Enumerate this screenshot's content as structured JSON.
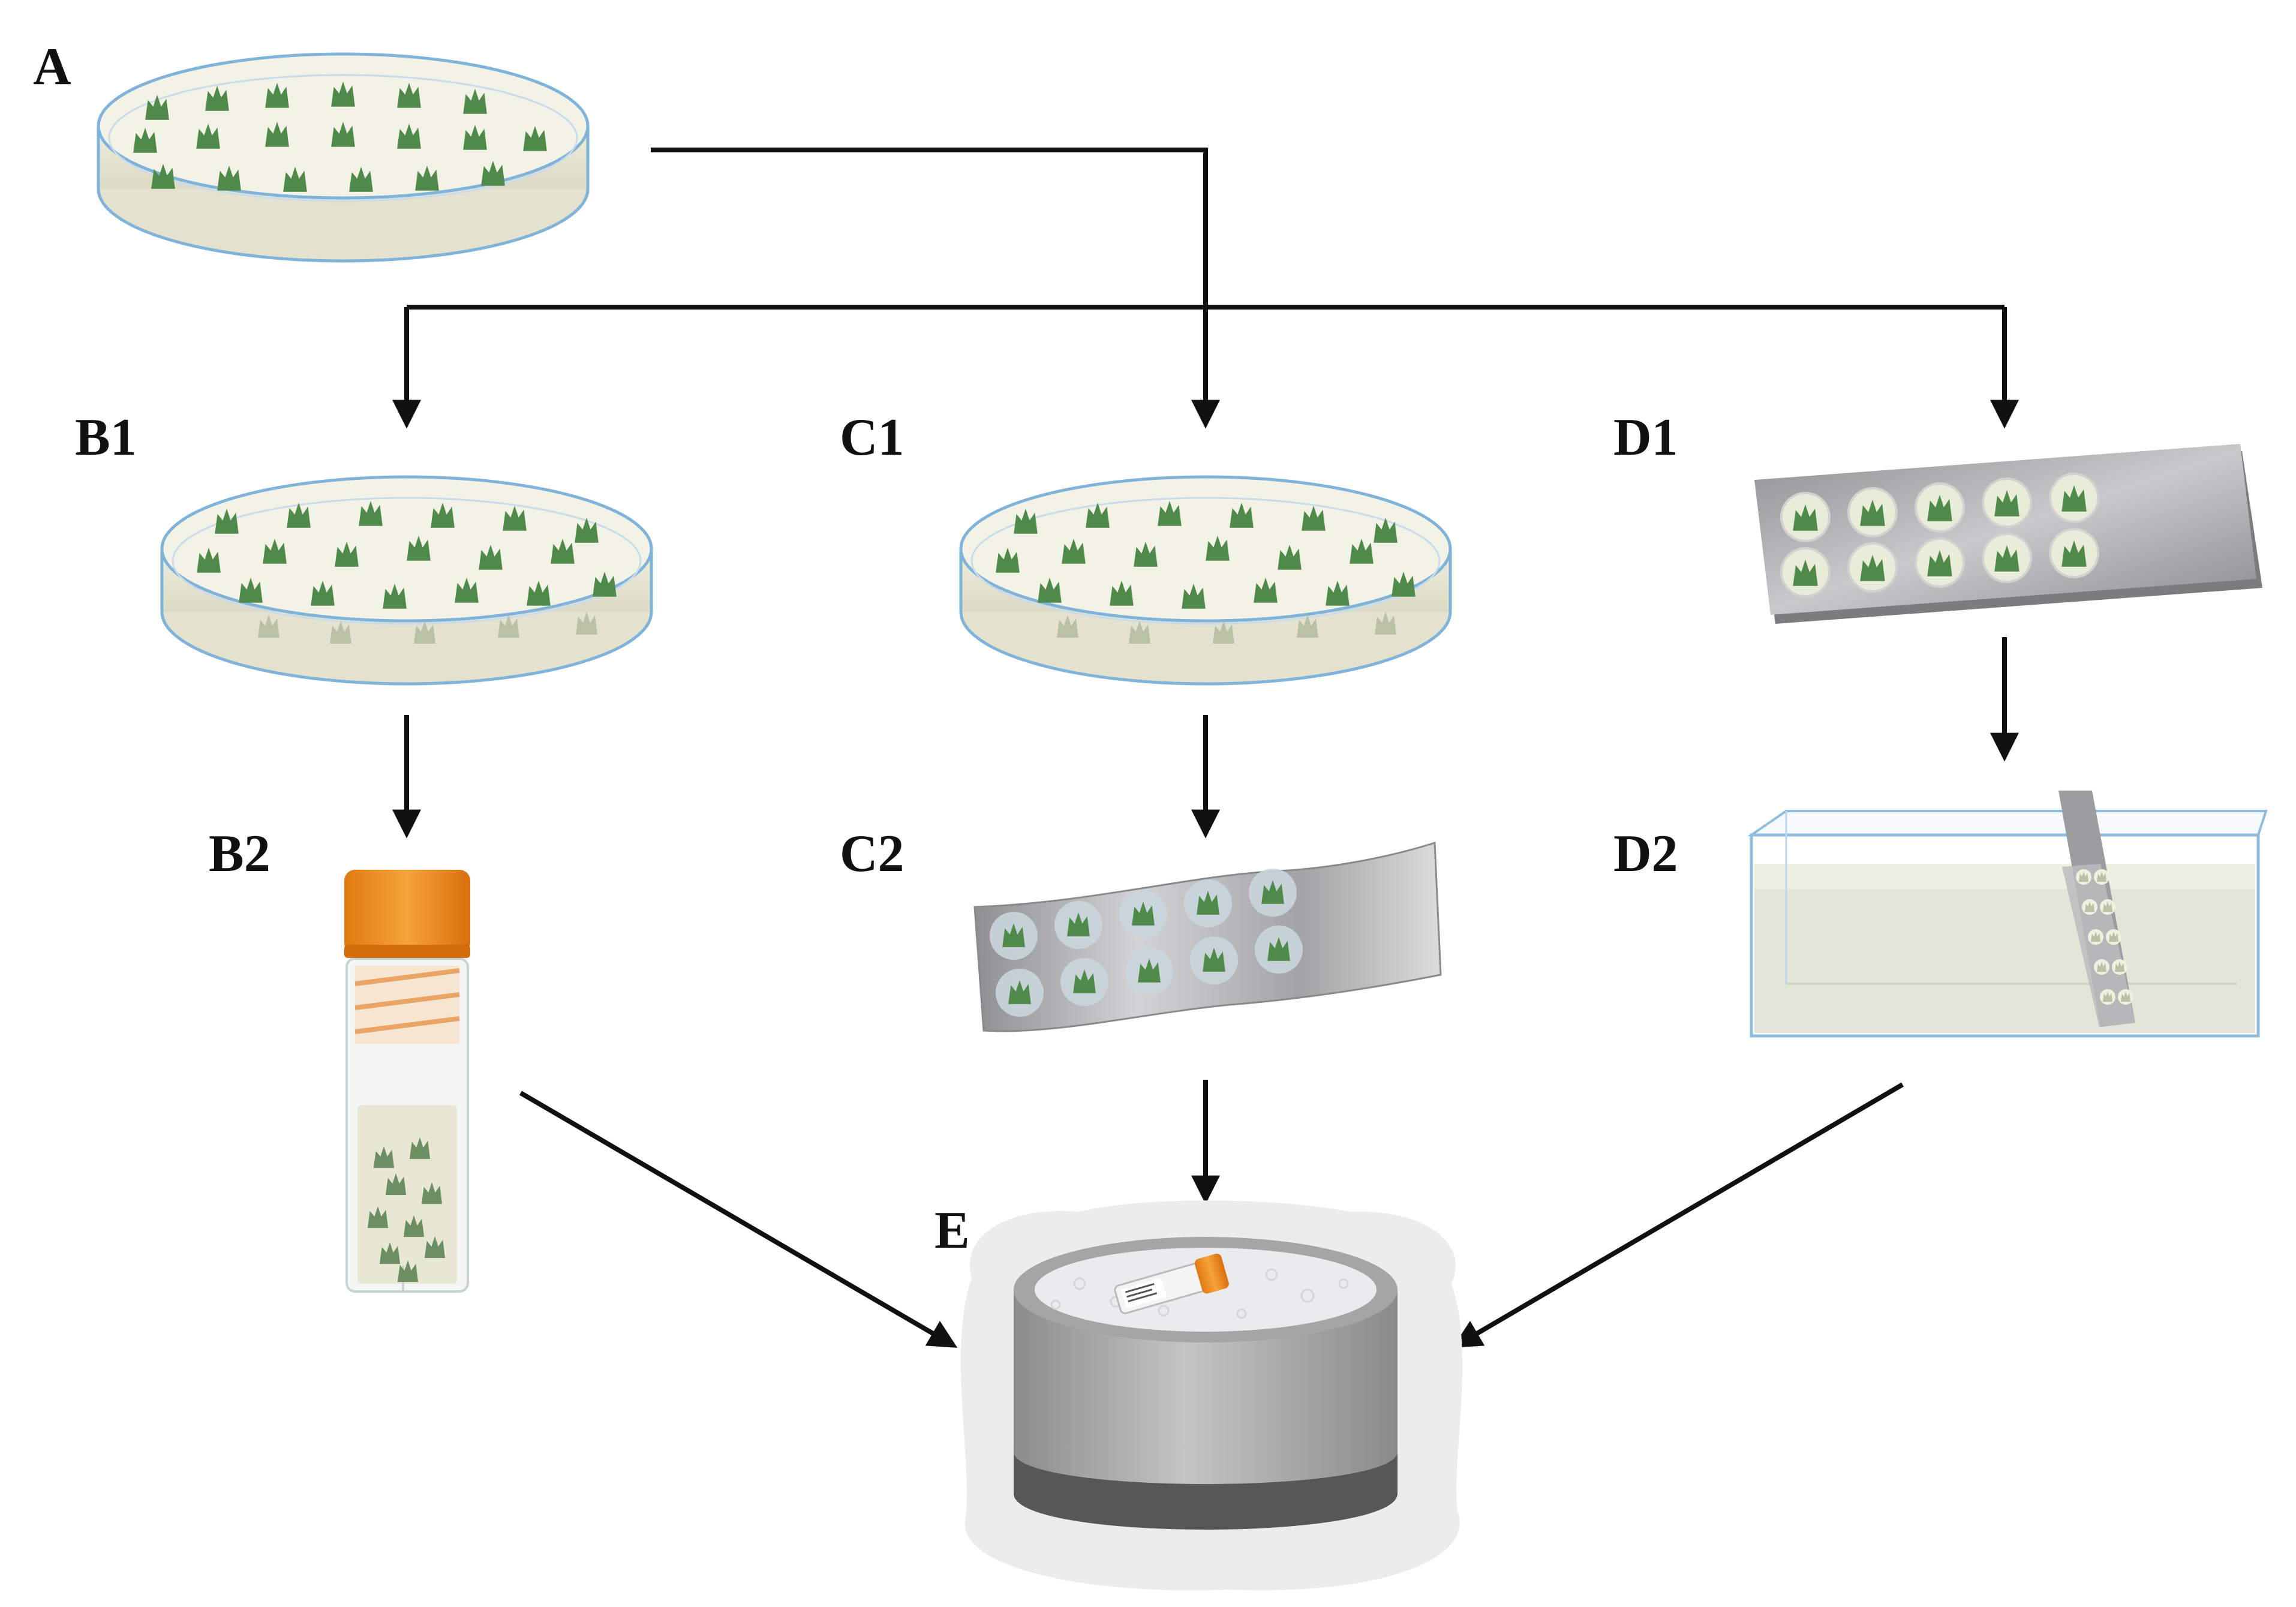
{
  "labels": {
    "A": "A",
    "B1": "B1",
    "B2": "B2",
    "C1": "C1",
    "C2": "C2",
    "D1": "D1",
    "D2": "D2",
    "E": "E"
  },
  "colors": {
    "arrow": "#111111",
    "dish_rim": "#7fb3d9",
    "medium": "#e8e6d4",
    "explant": "#4f8a4b",
    "explant_faded": "#b9c2a6",
    "cap": "#f08c1a",
    "plate_metal": "#a9a9ab",
    "tank_liquid": "#e3e6d8",
    "dewar_body": "#9a9a9a",
    "dewar_base": "#5a5a5a",
    "frost": "#ececec"
  },
  "icons": {
    "A": "petri-dish-icon",
    "B1": "petri-dish-icon",
    "C1": "petri-dish-icon",
    "D1": "aluminium-plate-icon",
    "B2": "cryovial-icon",
    "C2": "aluminium-foil-strip-icon",
    "D2": "immersion-tank-icon",
    "E": "liquid-nitrogen-dewar-icon"
  }
}
